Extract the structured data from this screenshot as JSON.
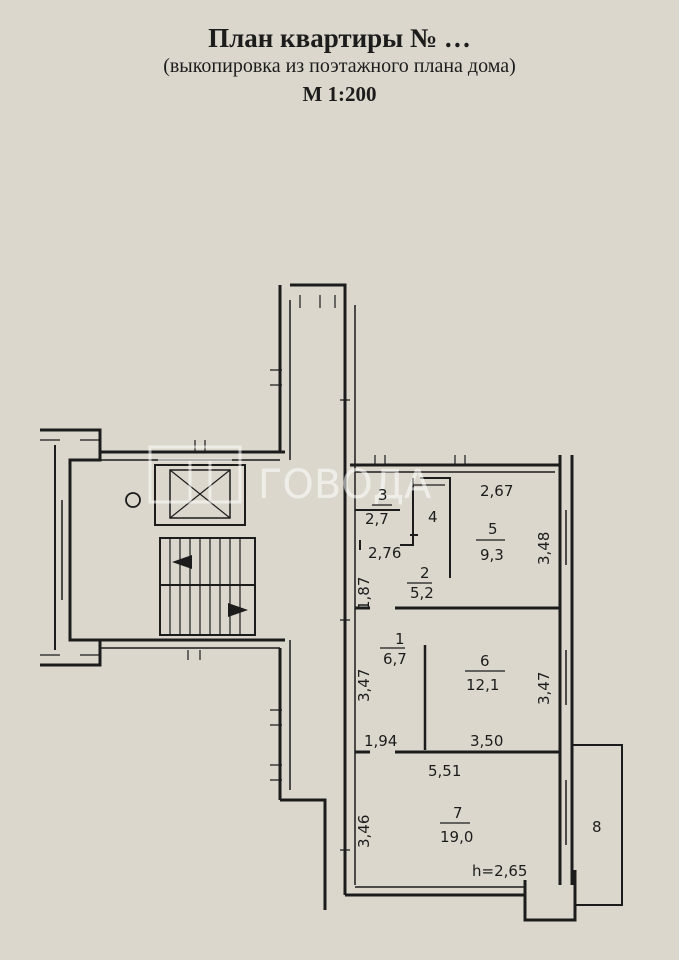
{
  "header": {
    "title": "План квартиры  № …",
    "subtitle": "(выкопировка из поэтажного плана дома)",
    "scale": "М 1:200"
  },
  "watermark": {
    "text": "ГОВОДА",
    "color": "#ffffff"
  },
  "rooms": [
    {
      "number": "1",
      "area": "6,7"
    },
    {
      "number": "2",
      "area": "5,2"
    },
    {
      "number": "3",
      "area": "2,7"
    },
    {
      "number": "4",
      "area": ""
    },
    {
      "number": "5",
      "area": "9,3"
    },
    {
      "number": "6",
      "area": "12,1"
    },
    {
      "number": "7",
      "area": "19,0"
    },
    {
      "number": "8",
      "area": ""
    }
  ],
  "dimensions": {
    "d267": "2,67",
    "d348": "3,48",
    "d276": "2,76",
    "d187": "1,87",
    "d347a": "3,47",
    "d347b": "3,47",
    "d194": "1,94",
    "d350": "3,50",
    "d551": "5,51",
    "d346": "3,46",
    "height": "h=2,65"
  }
}
